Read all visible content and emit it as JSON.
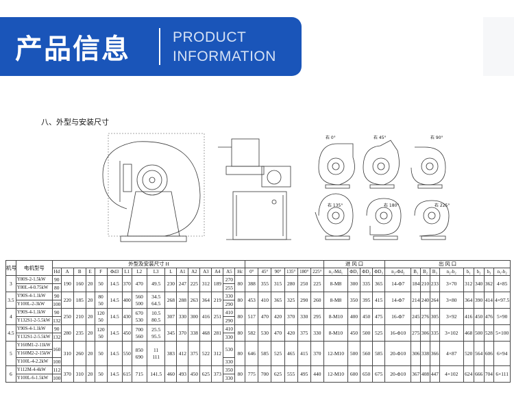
{
  "banner": {
    "title_cn": "产品信息",
    "title_en_line1": "PRODUCT",
    "title_en_line2": "INFORMATION"
  },
  "section_title": "八、外型与安装尺寸",
  "drawing_labels": [
    "右 0°",
    "右 45°",
    "右 90°",
    "右 135°",
    "右 180°",
    "右 225°"
  ],
  "table": {
    "head1": [
      "机号",
      "电机型号",
      "外型及安装尺寸 H",
      "进",
      "风",
      "口",
      "出",
      "风",
      "口"
    ],
    "cols": [
      "Hd",
      "A",
      "B",
      "E",
      "F",
      "Φd3",
      "L1",
      "L2",
      "L3",
      "L",
      "A1",
      "A2",
      "A3",
      "A4",
      "A5",
      "Hc",
      "0°",
      "45°",
      "90°",
      "135°",
      "180°",
      "225°",
      "n₁-Md₁",
      "ΦD₁",
      "ΦD₂",
      "ΦD₃",
      "n₂-Φd₂",
      "B₁",
      "B₂",
      "B₃",
      "n₂-b₂",
      "b₁",
      "b₂",
      "b₃",
      "n₁-b₂"
    ],
    "rows": [
      {
        "no": "3",
        "models": [
          "Y80S-2-1.5kW",
          "Y80L-4-0.75kW"
        ],
        "hd": [
          "90",
          "80"
        ],
        "cells": [
          "190",
          "160",
          "20",
          "50",
          "14.5",
          "370",
          "470",
          "49.5",
          "230",
          "247",
          "225",
          "312",
          "189"
        ],
        "a5": [
          "270",
          "255"
        ],
        "rest": [
          "80",
          "388",
          "355",
          "315",
          "280",
          "250",
          "225",
          "8-M8",
          "300",
          "335",
          "365",
          "14-Φ7",
          "184",
          "210",
          "233",
          "3×70",
          "312",
          "340",
          "362",
          "4×85"
        ]
      },
      {
        "no": "3.5",
        "models": [
          "Y90S-4-1.1kW",
          "Y100L-2-3kW"
        ],
        "hd": [
          "90",
          "100"
        ],
        "cells": [
          "220",
          "185",
          "20",
          "80\n50",
          "14.5",
          "400",
          "560\n500",
          "34.5\n64.5",
          "268",
          "288",
          "263",
          "364",
          "219"
        ],
        "a5": [
          "330",
          "290"
        ],
        "rest": [
          "80",
          "453",
          "410",
          "365",
          "325",
          "290",
          "260",
          "8-M8",
          "350",
          "395",
          "415",
          "14-Φ7",
          "214",
          "240",
          "264",
          "3×80",
          "364",
          "390",
          "414",
          "4×97.5"
        ]
      },
      {
        "no": "4",
        "models": [
          "Y90S-4-1.1kW",
          "Y132S1-2-5.5kW"
        ],
        "hd": [
          "90",
          "132"
        ],
        "cells": [
          "250",
          "210",
          "20",
          "120\n50",
          "14.5",
          "430",
          "670\n530",
          "10.5\n80.5",
          "307",
          "330",
          "300",
          "416",
          "251"
        ],
        "a5": [
          "410",
          "290"
        ],
        "rest": [
          "80",
          "517",
          "470",
          "420",
          "370",
          "330",
          "295",
          "8-M10",
          "400",
          "450",
          "475",
          "16-Φ7",
          "245",
          "276",
          "305",
          "3×92",
          "416",
          "450",
          "476",
          "5×90"
        ]
      },
      {
        "no": "4.5",
        "models": [
          "Y90S-4-1.1kW",
          "Y132S1-2-5.5kW"
        ],
        "hd": [
          "90",
          "132"
        ],
        "cells": [
          "280",
          "235",
          "20",
          "120\n50",
          "14.5",
          "450",
          "700\n560",
          "25.5\n95.5",
          "345",
          "370",
          "338",
          "468",
          "281"
        ],
        "a5": [
          "410",
          "330"
        ],
        "rest": [
          "80",
          "582",
          "530",
          "470",
          "420",
          "375",
          "330",
          "8-M10",
          "450",
          "500",
          "525",
          "16-Φ10",
          "275",
          "306",
          "335",
          "3×102",
          "468",
          "500",
          "528",
          "5×100"
        ]
      },
      {
        "no": "5",
        "models": [
          "Y160M1-2-11kW",
          "Y160M2-2-15kW",
          "Y100L-4-2.2kW"
        ],
        "hd": [
          "160",
          "100"
        ],
        "cells": [
          "310",
          "260",
          "20",
          "50",
          "14.5",
          "550",
          "850\n690",
          "11\n111",
          "383",
          "412",
          "375",
          "522",
          "312"
        ],
        "a5": [
          "530",
          "330"
        ],
        "rest": [
          "80",
          "646",
          "585",
          "525",
          "465",
          "415",
          "370",
          "12-M10",
          "500",
          "560",
          "585",
          "20-Φ10",
          "306",
          "338",
          "366",
          "4×87",
          "520",
          "564",
          "606",
          "6×94"
        ]
      },
      {
        "no": "6",
        "models": [
          "Y112M-4-4kW",
          "Y100L-6-1.5kW"
        ],
        "hd": [
          "112",
          "100"
        ],
        "cells": [
          "370",
          "310",
          "20",
          "50",
          "14.5",
          "615",
          "715",
          "141.5",
          "460",
          "493",
          "450",
          "625",
          "373"
        ],
        "a5": [
          "350",
          "330"
        ],
        "rest": [
          "80",
          "775",
          "700",
          "625",
          "555",
          "495",
          "440",
          "12-M10",
          "600",
          "650",
          "675",
          "20-Φ10",
          "367",
          "408",
          "447",
          "4×102",
          "624",
          "666",
          "704",
          "6×111"
        ]
      }
    ]
  }
}
